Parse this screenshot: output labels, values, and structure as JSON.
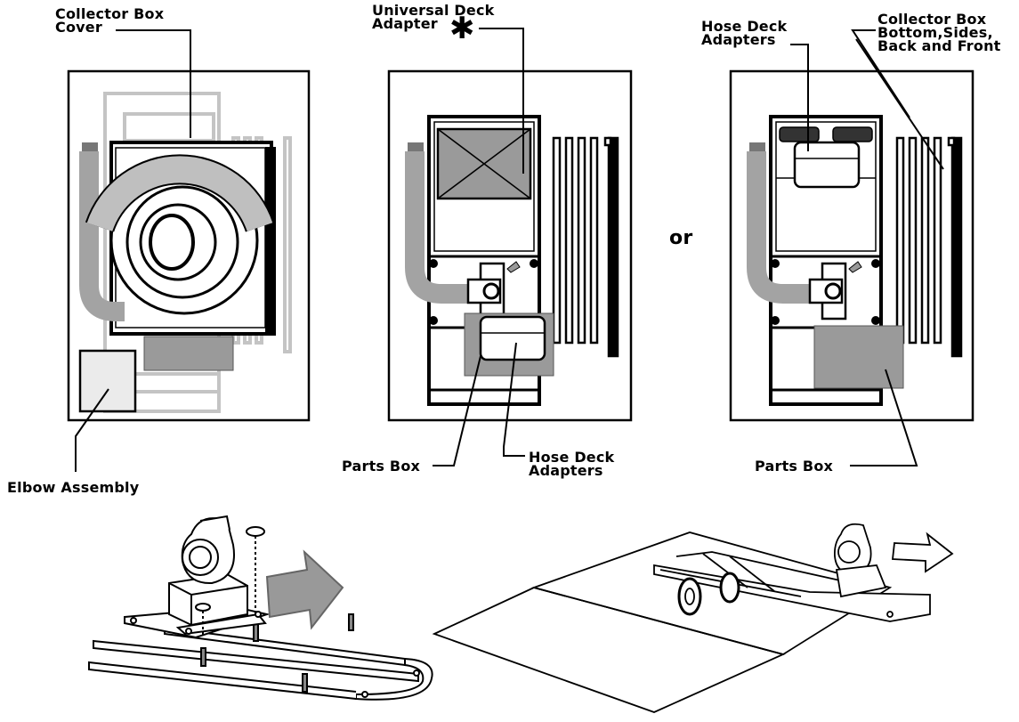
{
  "labels": {
    "collector_box_cover": "Collector Box\nCover",
    "universal_deck_adapter": "Universal Deck\nAdapter",
    "asterisk": "✱",
    "hose_deck_adapters_top": "Hose Deck\nAdapters",
    "collector_box_parts": "Collector Box\nBottom,Sides,\nBack and Front",
    "or": "or",
    "elbow_assembly": "Elbow Assembly",
    "parts_box_middle": "Parts Box",
    "hose_deck_adapters_bottom": "Hose Deck\nAdapters",
    "parts_box_right": "Parts Box"
  },
  "colors": {
    "line": "#000000",
    "gray_fill": "#9a9a9a",
    "light_gray": "#c8c8c8",
    "panel_fill": "#ffffff"
  }
}
